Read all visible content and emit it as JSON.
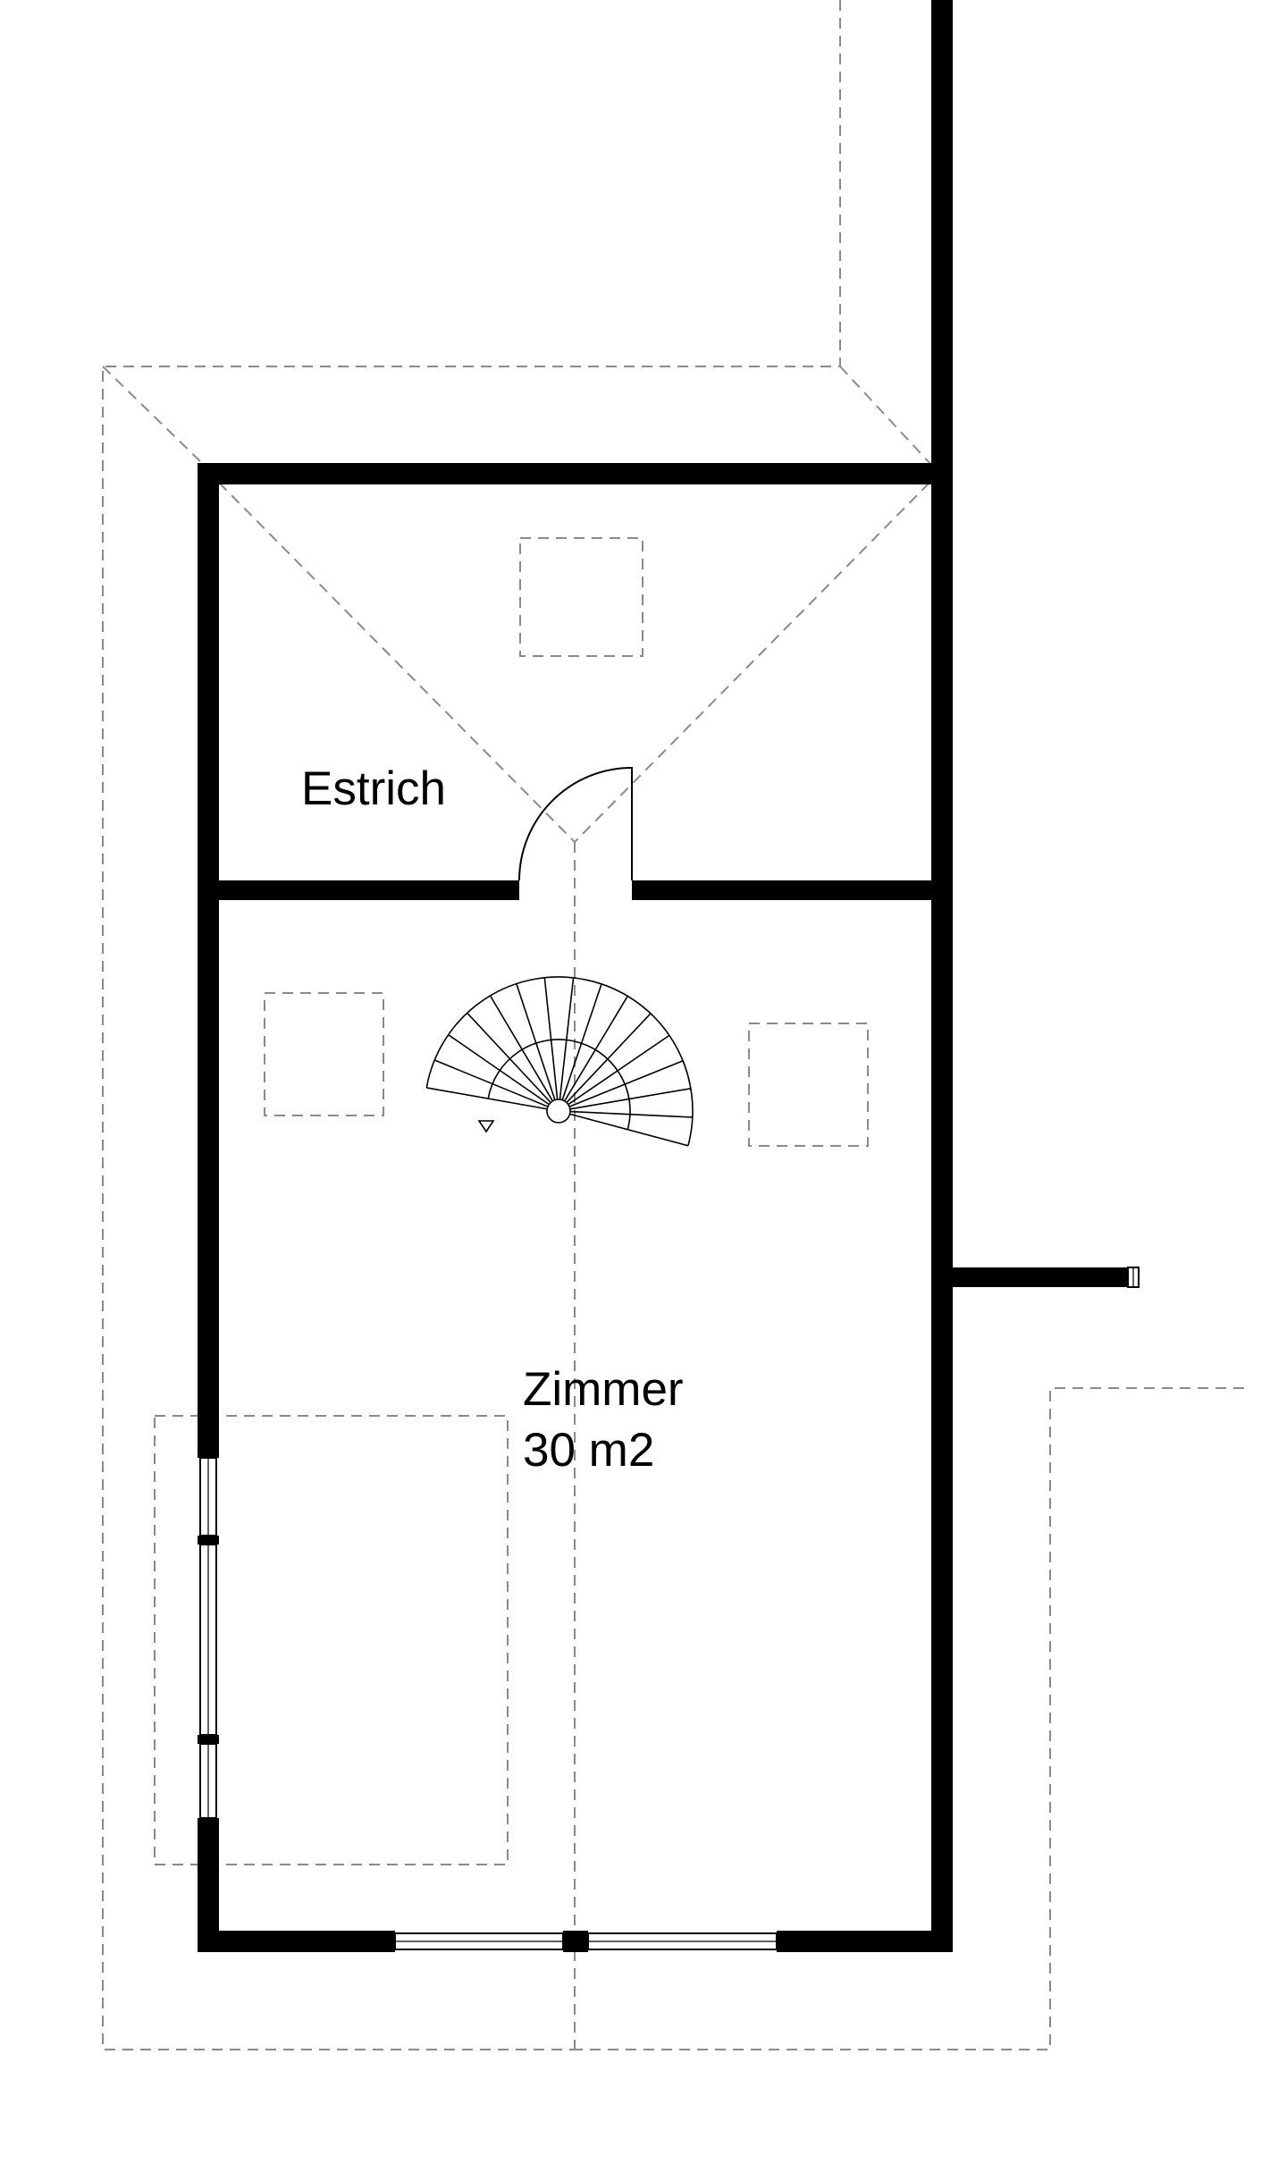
{
  "rooms": {
    "attic": {
      "name": "Estrich"
    },
    "room": {
      "name": "Zimmer",
      "area": "30 m2"
    }
  },
  "colors": {
    "wall": "#000000",
    "hidden_line": "#8a8a8a",
    "background": "#ffffff"
  }
}
